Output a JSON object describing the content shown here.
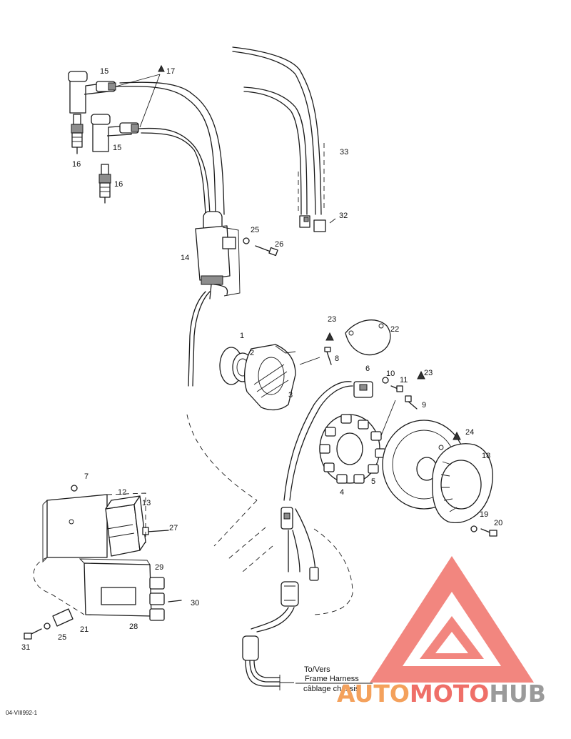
{
  "parts": {
    "p1": "1",
    "p2": "2",
    "p3": "3",
    "p4": "4",
    "p5": "5",
    "p6": "6",
    "p7": "7",
    "p8": "8",
    "p9": "9",
    "p10": "10",
    "p11": "11",
    "p12": "12",
    "p13": "13",
    "p14": "14",
    "p15a": "15",
    "p15b": "15",
    "p16a": "16",
    "p16b": "16",
    "p17": "17",
    "p18": "18",
    "p19": "19",
    "p20": "20",
    "p21": "21",
    "p22": "22",
    "p23a": "23",
    "p23b": "23",
    "p24": "24",
    "p25a": "25",
    "p25b": "25",
    "p26": "26",
    "p27": "27",
    "p28": "28",
    "p29": "29",
    "p30": "30",
    "p31": "31",
    "p32": "32",
    "p33": "33"
  },
  "harness_note": {
    "line1": "To/Vers",
    "line2": "Frame Harness",
    "line3": "câblage châssis"
  },
  "diagram_code": "04-VIII992-1",
  "watermark": {
    "part1": "AUTO",
    "part2": "MOTO",
    "part3": "HUB",
    "color_auto": "#f4a15c",
    "color_moto": "#ef6f68",
    "color_hub": "#9a9a9a",
    "triangle_color": "#f2867f"
  }
}
